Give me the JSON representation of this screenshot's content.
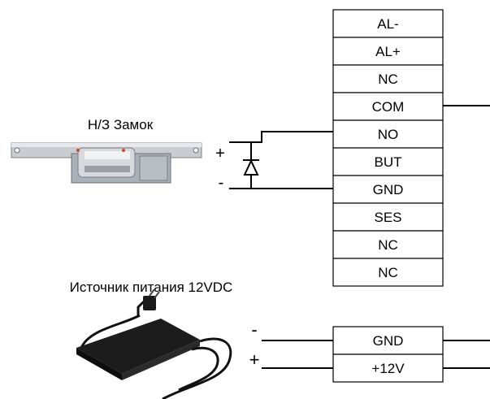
{
  "lock": {
    "title": "Н/З Замок",
    "plus": "+",
    "minus": "-"
  },
  "controller_terminals": [
    "AL-",
    "AL+",
    "NC",
    "COM",
    "NO",
    "BUT",
    "GND",
    "SES",
    "NC",
    "NC"
  ],
  "power_supply": {
    "title": "Источник питания 12VDC",
    "minus": "-",
    "plus": "+",
    "terminals": [
      "GND",
      "+12V"
    ]
  }
}
